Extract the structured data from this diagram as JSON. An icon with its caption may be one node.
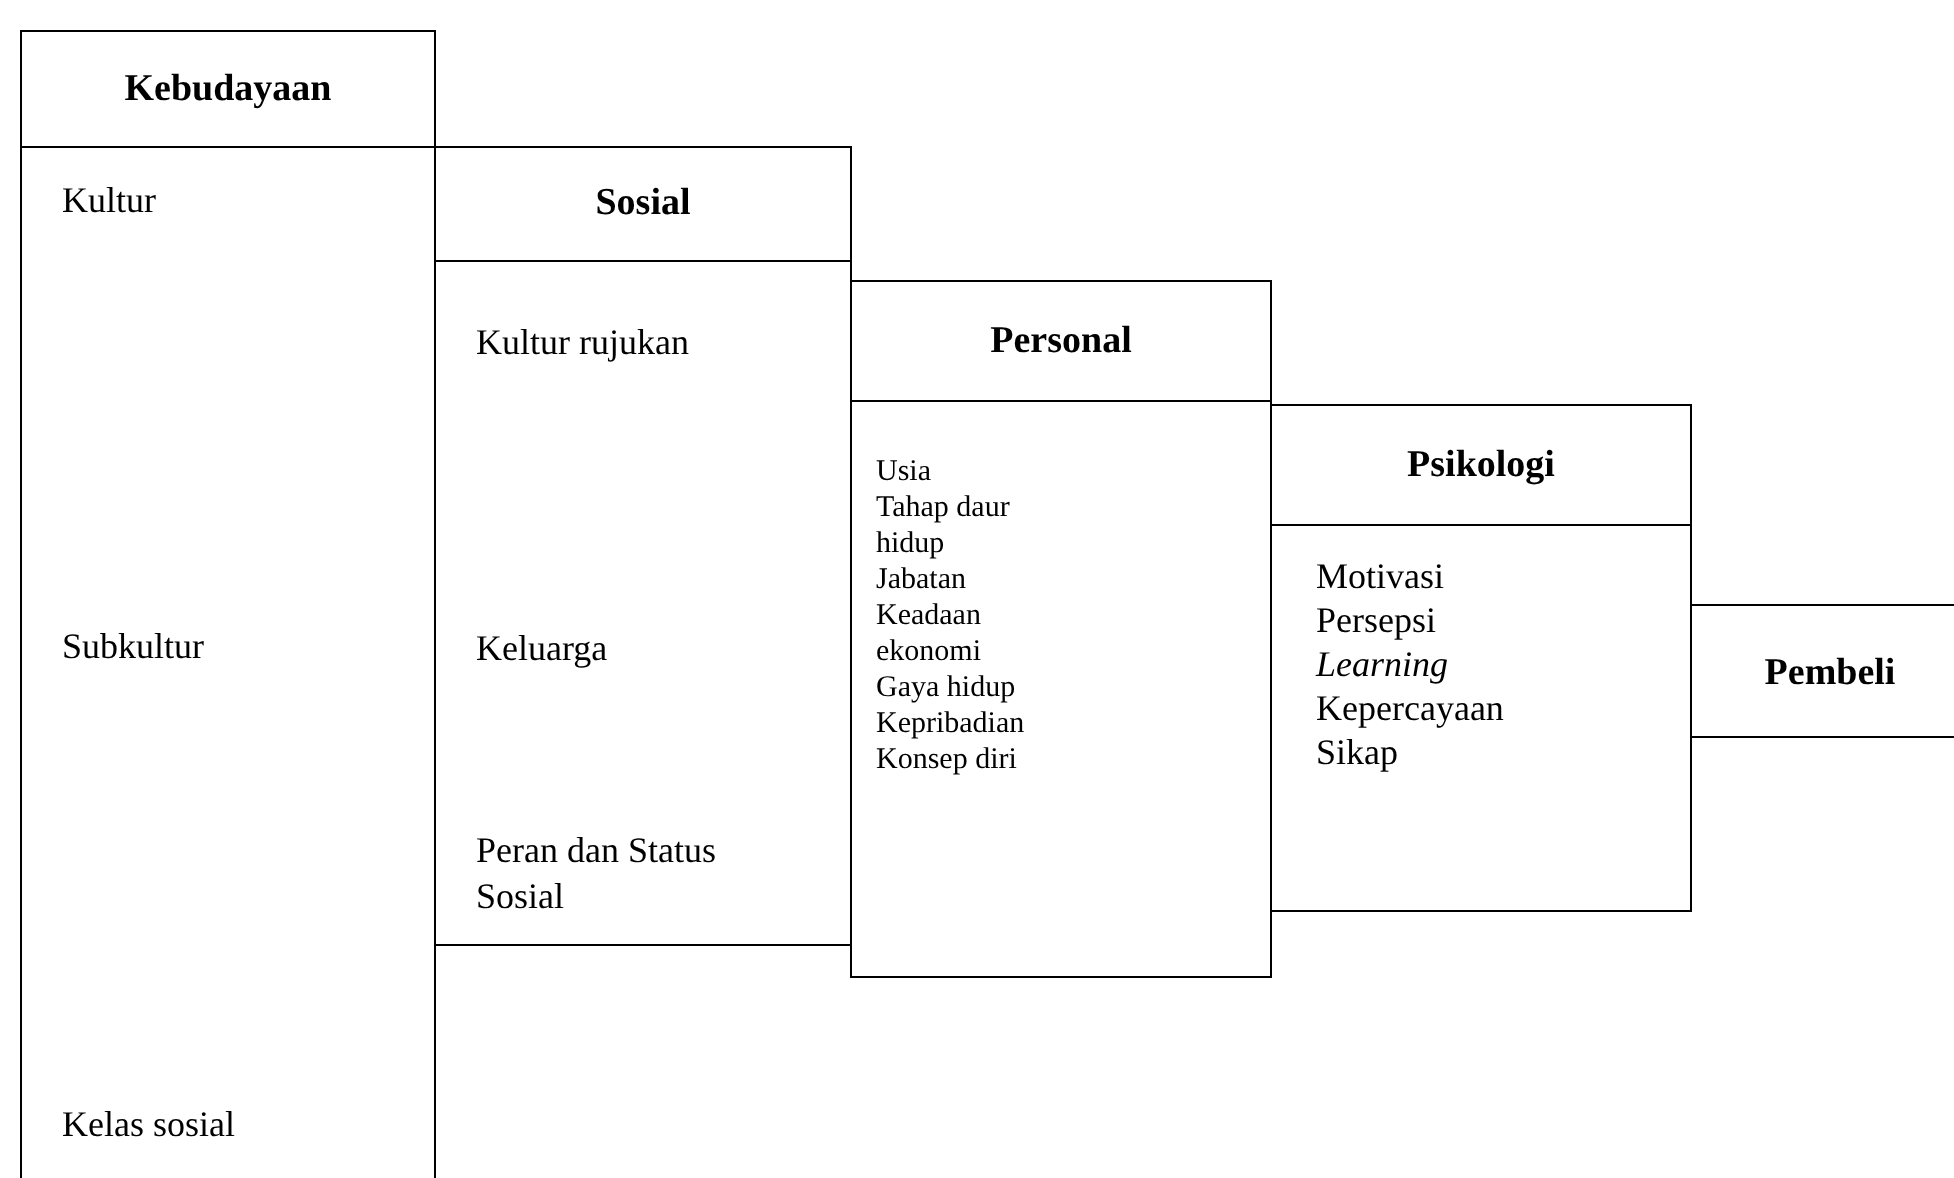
{
  "diagram": {
    "nodes": [
      {
        "text": [
          "Kebudayaan",
          "Kultur",
          "Subkultur",
          "Kelas sosial"
        ]
      },
      {
        "text": [
          "Sosial",
          "Kultur rujukan",
          "Keluarga",
          "Peran dan Status Sosial"
        ]
      },
      {
        "text": [
          "Personal",
          "Usia",
          "Tahap daur hidup",
          "Jabatan",
          "Keadaan ekonomi",
          "Gaya hidup",
          "Kepribadian",
          "Konsep diri"
        ]
      },
      {
        "text": [
          "Psikologi",
          "Motivasi",
          "Persepsi",
          "*Learning*",
          "Kepercayaan",
          "Sikap"
        ]
      },
      {
        "text": [
          "Pembeli"
        ]
      }
    ]
  }
}
